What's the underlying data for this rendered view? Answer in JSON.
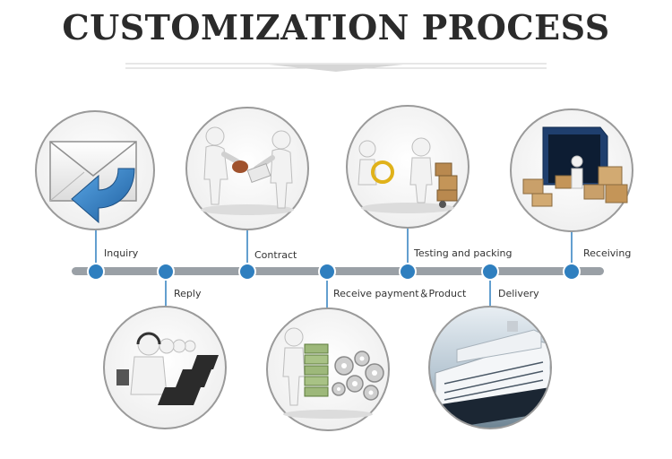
{
  "title": "CUSTOMIZATION PROCESS",
  "colors": {
    "timeline": "#9aa0a6",
    "node": "#2f7fbf",
    "circle_border": "#9a9a9a",
    "title": "#2b2b2b"
  },
  "steps": [
    {
      "label": "Inquiry",
      "icon": "envelope-reply-icon"
    },
    {
      "label": "Reply",
      "icon": "call-center-icon"
    },
    {
      "label": "Contract",
      "icon": "handshake-contract-icon"
    },
    {
      "label": "Receive payment＆Product",
      "icon": "money-gears-icon"
    },
    {
      "label": "Testing and packing",
      "icon": "inspection-packing-icon"
    },
    {
      "label": "Delivery",
      "icon": "cruise-ship-icon"
    },
    {
      "label": "Receiving",
      "icon": "container-boxes-icon"
    }
  ]
}
